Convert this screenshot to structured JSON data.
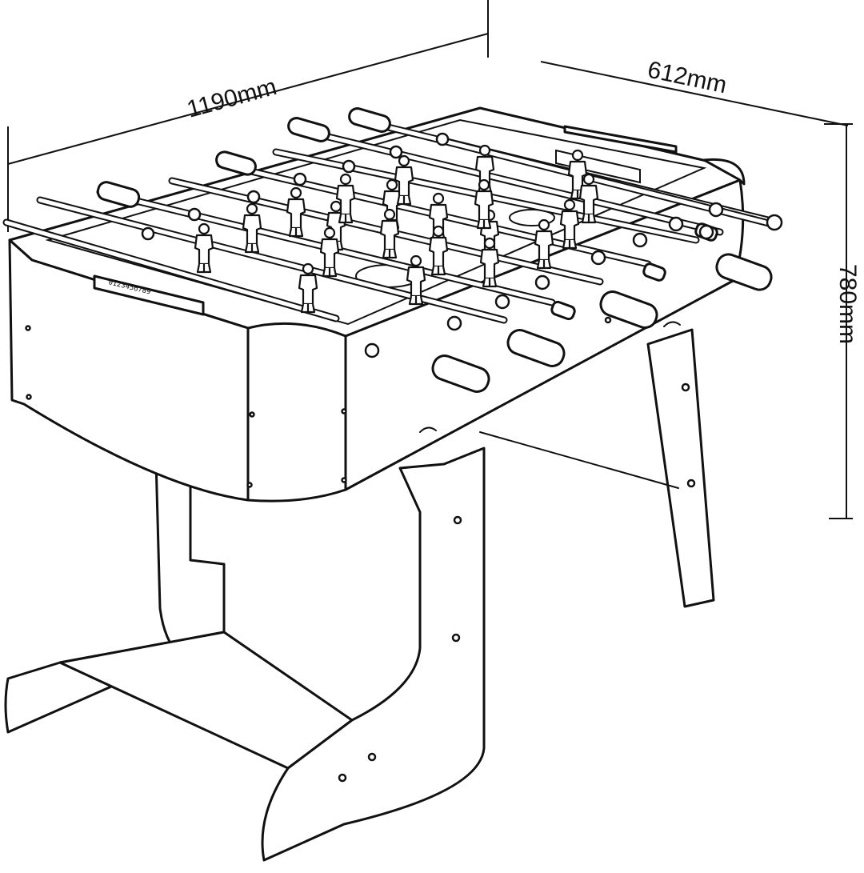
{
  "diagram": {
    "dimensions": {
      "length": "1190mm",
      "width": "612mm",
      "height": "780mm"
    },
    "scoreboard": "0123456789"
  }
}
